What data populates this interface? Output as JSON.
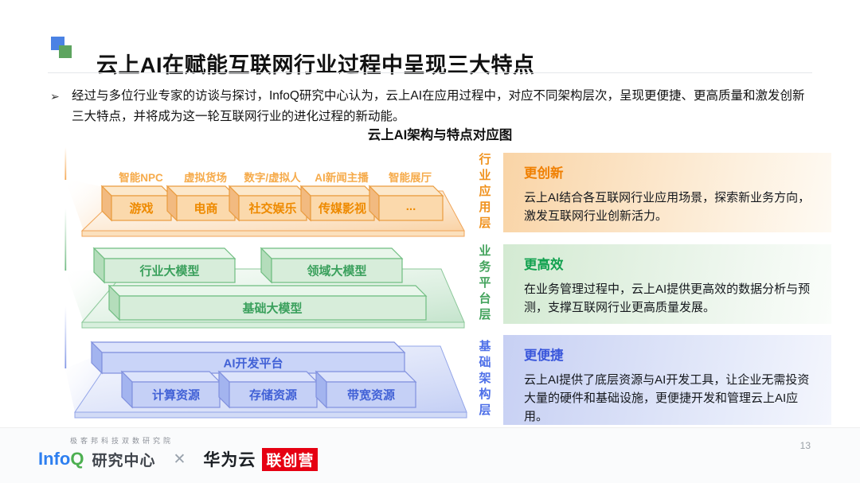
{
  "header": {
    "title": "云上AI在赋能互联网行业过程中呈现三大特点"
  },
  "intro": {
    "bullet": "➢",
    "text": "经过与多位行业专家的访谈与探讨，InfoQ研究中心认为，云上AI在应用过程中，对应不同架构层次，呈现更便捷、更高质量和激发创新三大特点，并将成为这一轮互联网行业的进化过程的新动能。"
  },
  "diagram": {
    "caption": "云上AI架构与特点对应图",
    "app_layer": {
      "side_label": "行业应用层",
      "scene_labels": [
        "智能NPC",
        "虚拟货场",
        "数字/虚拟人",
        "AI新闻主播",
        "智能展厅"
      ],
      "boxes": [
        "游戏",
        "电商",
        "社交娱乐",
        "传媒影视",
        "..."
      ]
    },
    "platform_layer": {
      "side_label": "业务平台层",
      "boxes": [
        "行业大模型",
        "领域大模型",
        "基础大模型"
      ]
    },
    "infra_layer": {
      "side_label": "基础架构层",
      "boxes": [
        "AI开发平台",
        "计算资源",
        "存储资源",
        "带宽资源"
      ]
    },
    "colors": {
      "orange_accent": "#f0921e",
      "green_accent": "#43a35c",
      "blue_accent": "#4d6fe8",
      "orange_box_text": "#ee8a00",
      "green_box_text": "#3aa05c",
      "blue_box_text": "#4161d6"
    }
  },
  "panels": [
    {
      "title": "更创新",
      "body": "云上AI结合各互联网行业应用场景，探索新业务方向，激发互联网行业创新活力。",
      "accent": "#f07f00"
    },
    {
      "title": "更高效",
      "body": "在业务管理过程中，云上AI提供更高效的数据分析与预测，支撑互联网行业更高质量发展。",
      "accent": "#12a14f"
    },
    {
      "title": "更便捷",
      "body": "云上AI提供了底层资源与AI开发工具，让企业无需投资大量的硬件和基础设施，更便捷开发和管理云上AI应用。",
      "accent": "#3a57db"
    }
  ],
  "footer": {
    "org_line": "极客邦科技双数研究院",
    "infoq_info": "Info",
    "infoq_q": "Q",
    "research_center": "研究中心",
    "separator": "✕",
    "huawei_cloud": "华为云",
    "lianchuangying": "联创营",
    "page_number": "13"
  }
}
